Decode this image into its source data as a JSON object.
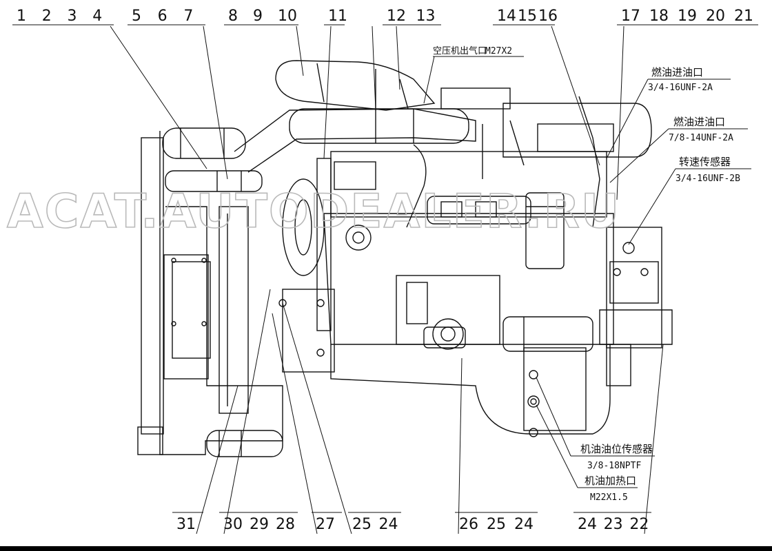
{
  "top_callouts": [
    {
      "nums": [
        "1",
        "2",
        "3",
        "4"
      ]
    },
    {
      "nums": [
        "5",
        "6",
        "7"
      ]
    },
    {
      "nums": [
        "8",
        "9",
        "10"
      ]
    },
    {
      "nums": [
        "11"
      ]
    },
    {
      "nums": [
        "12",
        "13"
      ]
    },
    {
      "nums": [
        "14",
        "15",
        "16"
      ]
    },
    {
      "nums": [
        "17",
        "18",
        "19",
        "20",
        "21"
      ]
    }
  ],
  "bottom_callouts": [
    {
      "nums": [
        "31"
      ]
    },
    {
      "nums": [
        "30",
        "29",
        "28"
      ]
    },
    {
      "nums": [
        "27"
      ]
    },
    {
      "nums": [
        "25",
        "24"
      ]
    },
    {
      "nums": [
        "26",
        "25",
        "24"
      ]
    },
    {
      "nums": [
        "24",
        "23",
        "22"
      ]
    }
  ],
  "labels": {
    "air_outlet": {
      "name": "空压机出气口",
      "spec": "M27X2"
    },
    "fuel_inlet_1": {
      "name": "燃油进油口",
      "spec": "3/4-16UNF-2A"
    },
    "fuel_inlet_2": {
      "name": "燃油进油口",
      "spec": "7/8-14UNF-2A"
    },
    "speed_sensor": {
      "name": "转速传感器",
      "spec": "3/4-16UNF-2B"
    },
    "oil_level_sensor": {
      "name": "机油油位传感器",
      "spec": "3/8-18NPTF"
    },
    "oil_heater_port": {
      "name": "机油加热口",
      "spec": "M22X1.5"
    }
  },
  "watermark": "ACAT.AUTODEALER.RU"
}
